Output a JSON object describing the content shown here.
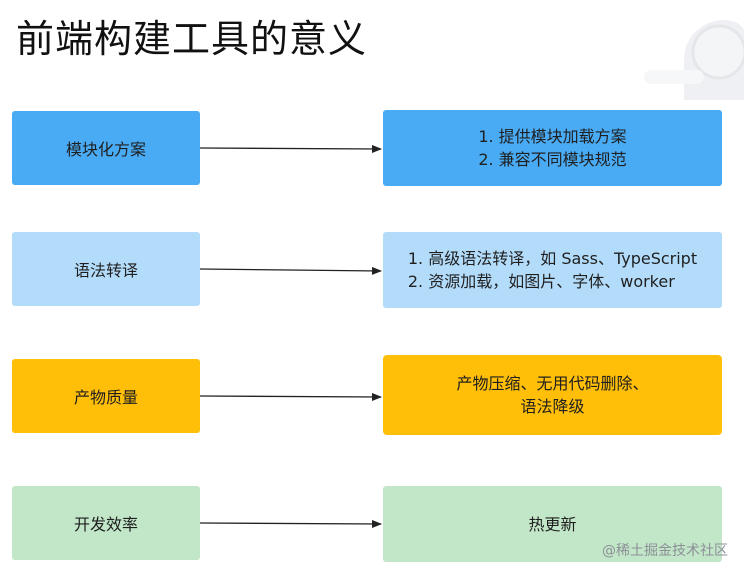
{
  "title": "前端构建工具的意义",
  "rows": [
    {
      "left": "模块化方案",
      "right": [
        "1. 提供模块加载方案",
        "2. 兼容不同模块规范"
      ]
    },
    {
      "left": "语法转译",
      "right": [
        "1. 高级语法转译，如 Sass、TypeScript",
        "2. 资源加载，如图片、字体、worker"
      ]
    },
    {
      "left": "产物质量",
      "right": [
        "产物压缩、无用代码删除、",
        "语法降级"
      ]
    },
    {
      "left": "开发效率",
      "right": [
        "热更新"
      ]
    }
  ],
  "colors": {
    "row1": "#4aabf5",
    "row2": "#b3dcfb",
    "row3": "#ffbe08",
    "row4": "#c2e6c8"
  },
  "watermark": "@稀土掘金技术社区"
}
